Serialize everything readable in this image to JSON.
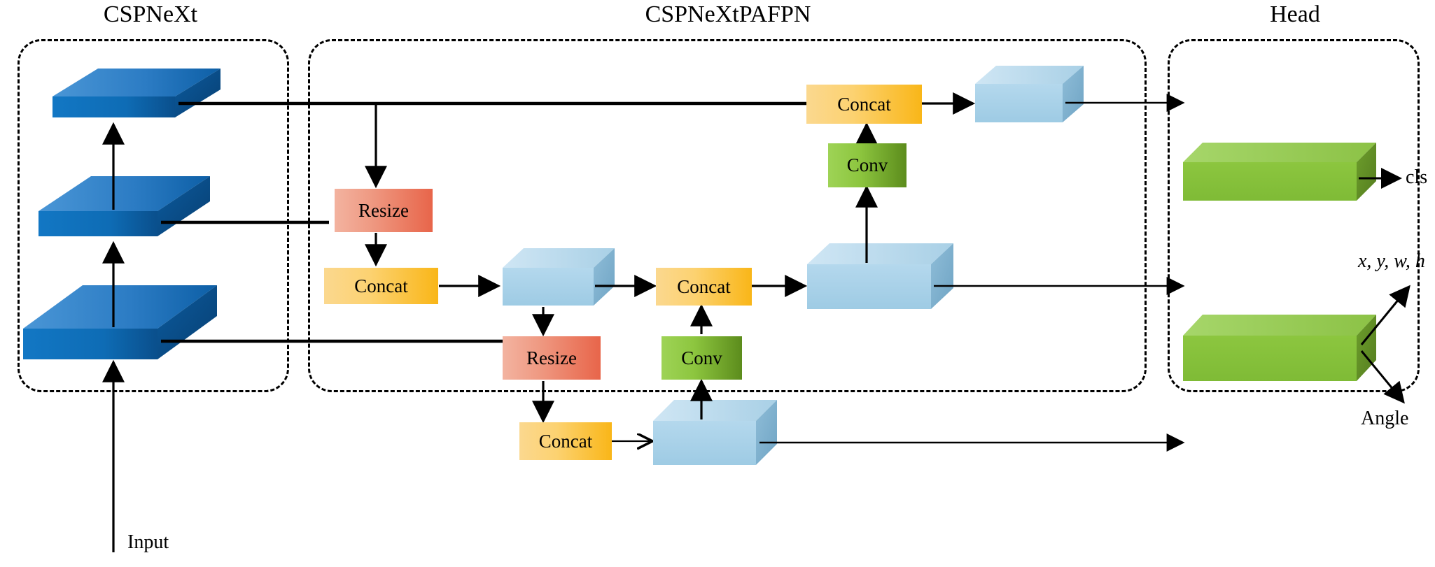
{
  "diagram": {
    "title": "CSPNeXt / CSPNeXtPAFPN / Head network architecture",
    "groups": [
      {
        "id": "backbone",
        "label": "CSPNeXt"
      },
      {
        "id": "neck",
        "label": "CSPNeXtPAFPN"
      },
      {
        "id": "head",
        "label": "Head"
      }
    ],
    "io_labels": {
      "input": "Input",
      "cls": "cls",
      "box": "x, y, w, h",
      "angle": "Angle"
    },
    "blocks": {
      "resize": "Resize",
      "concat": "Concat",
      "conv": "Conv"
    },
    "neck_blocks": [
      {
        "name": "resize-top",
        "label": "Resize"
      },
      {
        "name": "concat-p4",
        "label": "Concat"
      },
      {
        "name": "resize-mid",
        "label": "Resize"
      },
      {
        "name": "concat-p3",
        "label": "Concat"
      },
      {
        "name": "conv-p3",
        "label": "Conv"
      },
      {
        "name": "concat-p4-out",
        "label": "Concat"
      },
      {
        "name": "conv-p4",
        "label": "Conv"
      },
      {
        "name": "concat-p5-out",
        "label": "Concat"
      }
    ],
    "colors": {
      "backbone_blue_light": "#3f8fd2",
      "backbone_blue_dark": "#0b4f91",
      "feature_blue_light": "#bcdcef",
      "feature_blue_dark": "#7fb4d4",
      "resize_orange": "#e8654a",
      "concat_yellow": "#f9b618",
      "conv_green": "#8dc63f",
      "head_green_light": "#8fcc4e",
      "head_green_dark": "#5e8c25",
      "stroke": "#000000"
    }
  }
}
